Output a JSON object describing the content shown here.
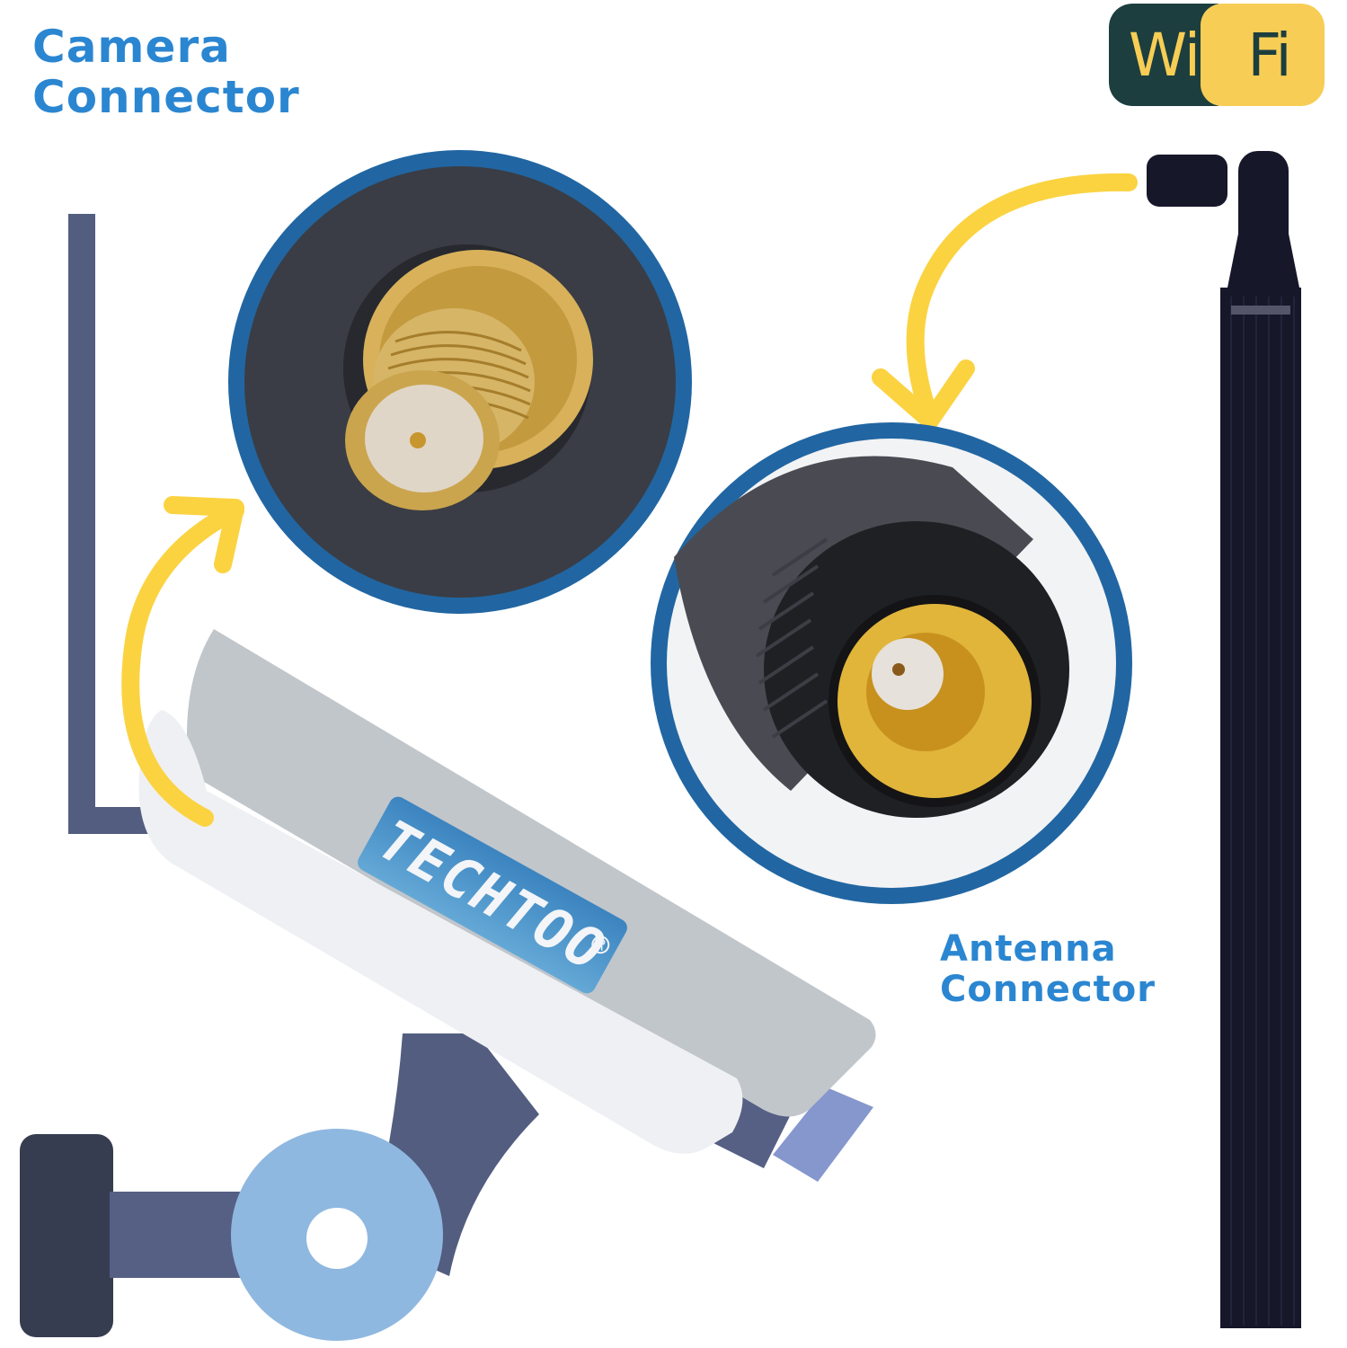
{
  "labels": {
    "camera_connector": [
      "Camera",
      "Connector"
    ],
    "antenna_connector": [
      "Antenna",
      "Connector"
    ]
  },
  "wifi_badge": {
    "left_text": "Wi",
    "right_text": "Fi",
    "colors": {
      "dark": "#1c3e3e",
      "yellow": "#f7cd55"
    }
  },
  "brand": {
    "name": "TECHTOO",
    "registered_mark": "R"
  },
  "callouts": [
    {
      "name": "camera-connector-closeup",
      "description": "RP-SMA female bulkhead connector (gold)",
      "ring_color": "#2166a2"
    },
    {
      "name": "antenna-connector-closeup",
      "description": "RP-SMA male antenna connector with knurled black nut",
      "ring_color": "#2166a2"
    }
  ],
  "colors": {
    "label_blue": "#2b86d1",
    "arrow_yellow": "#fbd341",
    "bracket_navy": "#525d80",
    "camera_grey": "#c1c6cb",
    "camera_light": "#eef0f3",
    "mount_light_blue": "#8fb8e0",
    "lens_purple": "#8597cd",
    "wall_plate": "#363d50",
    "antenna_black": "#17172a"
  }
}
